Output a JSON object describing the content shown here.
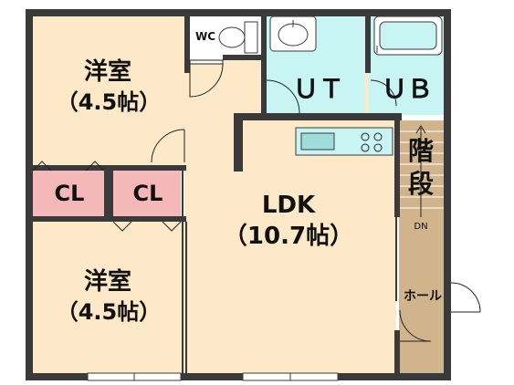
{
  "floor_plan": {
    "rooms": {
      "western_room_upper": {
        "name": "洋室",
        "size": "（4.5帖）"
      },
      "western_room_lower": {
        "name": "洋室",
        "size": "（4.5帖）"
      },
      "closet_left": {
        "name": "CL"
      },
      "closet_right": {
        "name": "CL"
      },
      "toilet": {
        "name": "WC"
      },
      "utility": {
        "name": "ＵＴ"
      },
      "bath": {
        "name": "ＵＢ"
      },
      "ldk": {
        "name": "LDK",
        "size": "（10.7帖）"
      },
      "stairs": {
        "name_line1": "階",
        "name_line2": "段",
        "direction": "DN"
      },
      "hall": {
        "name": "ホール"
      }
    },
    "colors": {
      "room_fill": "#fde8c8",
      "closet_fill": "#f4b8b8",
      "wet_area_fill": "#c8f4f4",
      "stairs_fill": "#d2b48c",
      "wall": "#3a3a3a"
    }
  }
}
